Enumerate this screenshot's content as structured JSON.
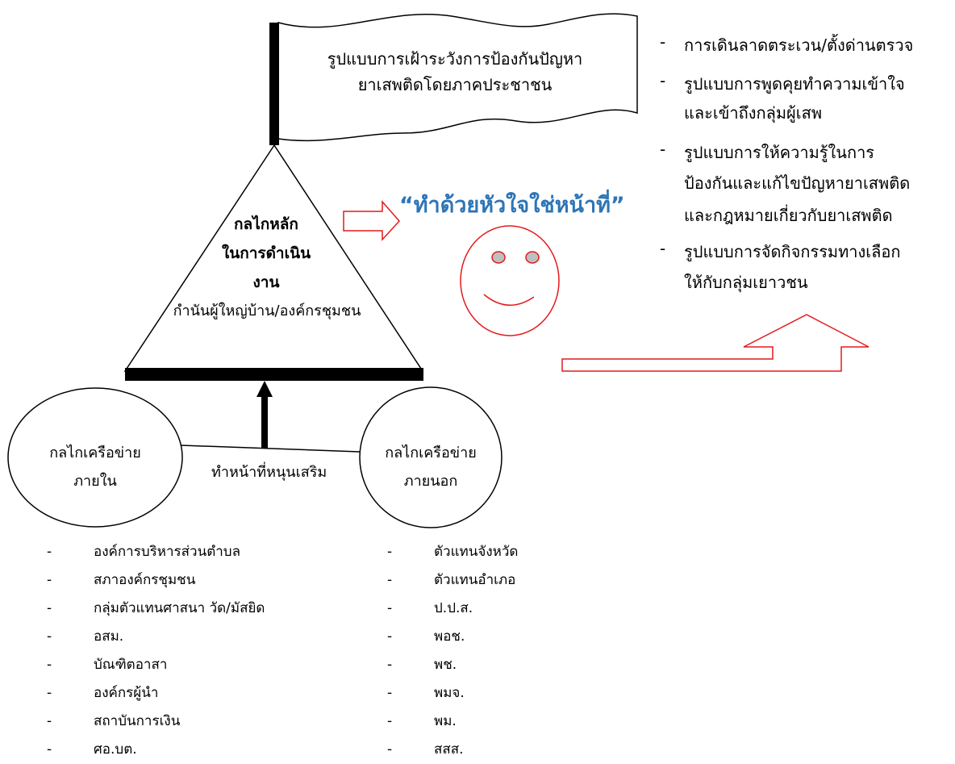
{
  "flag": {
    "line1": "รูปแบบการเฝ้าระวังการป้องกันปัญหา",
    "line2": "ยาเสพติดโดยภาคประชาชน"
  },
  "triangle": {
    "line1": "กลไกหลัก",
    "line2": "ในการดำเนิน",
    "line3": "งาน",
    "line4": "กำนันผู้ใหญ่บ้าน/องค์กรชุมชน"
  },
  "slogan": "“ทำด้วยหัวใจใช่หน้าที่”",
  "left_circle": {
    "line1": "กลไกเครือข่าย",
    "line2": "ภายใน"
  },
  "right_circle": {
    "line1": "กลไกเครือข่าย",
    "line2": "ภายนอก"
  },
  "support_label": "ทำหน้าที่หนุนเสริม",
  "right_list": {
    "dash": "-",
    "items": [
      {
        "lines": [
          "การเดินลาดตระเวน/ตั้งด่านตรวจ"
        ]
      },
      {
        "lines": [
          "รูปแบบการพูดคุยทำความเข้าใจ",
          "และเข้าถึงกลุ่มผู้เสพ"
        ]
      },
      {
        "lines": [
          "รูปแบบการให้ความรู้ในการ",
          "ป้องกันและแก้ไขปัญหายาเสพติด",
          "และกฎหมายเกี่ยวกับยาเสพติด"
        ]
      },
      {
        "lines": [
          "รูปแบบการจัดกิจกรรมทางเลือก",
          "ให้กับกลุ่มเยาวชน"
        ]
      }
    ]
  },
  "internal_list": {
    "dash": "-",
    "items": [
      "องค์การบริหารส่วนตำบล",
      "สภาองค์กรชุมชน",
      "กลุ่มตัวแทนศาสนา วัด/มัสยิด",
      "อสม.",
      "บัณฑิตอาสา",
      "องค์กรผู้นำ",
      "สถาบันการเงิน",
      "ศอ.บต."
    ]
  },
  "external_list": {
    "dash": "-",
    "items": [
      "ตัวแทนจังหวัด",
      "ตัวแทนอำเภอ",
      "ป.ป.ส.",
      "พอช.",
      "พช.",
      "พมจ.",
      "พม.",
      "สสส."
    ]
  },
  "colors": {
    "arrow": "#e31a1c",
    "slogan": "#2e75b6",
    "smiley_eye": "#bfbfbf"
  }
}
